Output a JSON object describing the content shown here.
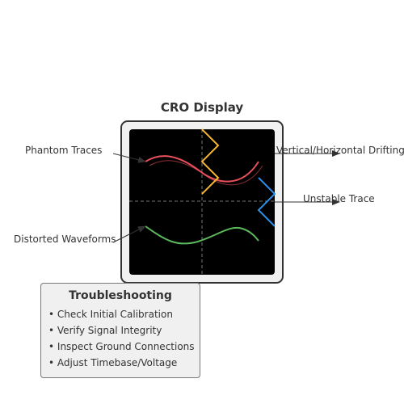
{
  "display": {
    "title": "CRO Display",
    "screen_color": "#000000",
    "bezel_color": "#f0f0f0"
  },
  "labels": {
    "phantom_traces": "Phantom Traces",
    "distorted_waveforms": "Distorted Waveforms",
    "drifting": "Vertical/Horizontal Drifting",
    "unstable_trace": "Unstable Trace"
  },
  "colors": {
    "phantom_trace": "#e8505b",
    "distorted_wave": "#5cb85c",
    "drift_trace": "#f5b82e",
    "unstable_trace": "#2b8fe8"
  },
  "troubleshooting": {
    "title": "Troubleshooting",
    "items": [
      "Check Initial Calibration",
      "Verify Signal Integrity",
      "Inspect Ground Connections",
      "Adjust Timebase/Voltage"
    ]
  }
}
